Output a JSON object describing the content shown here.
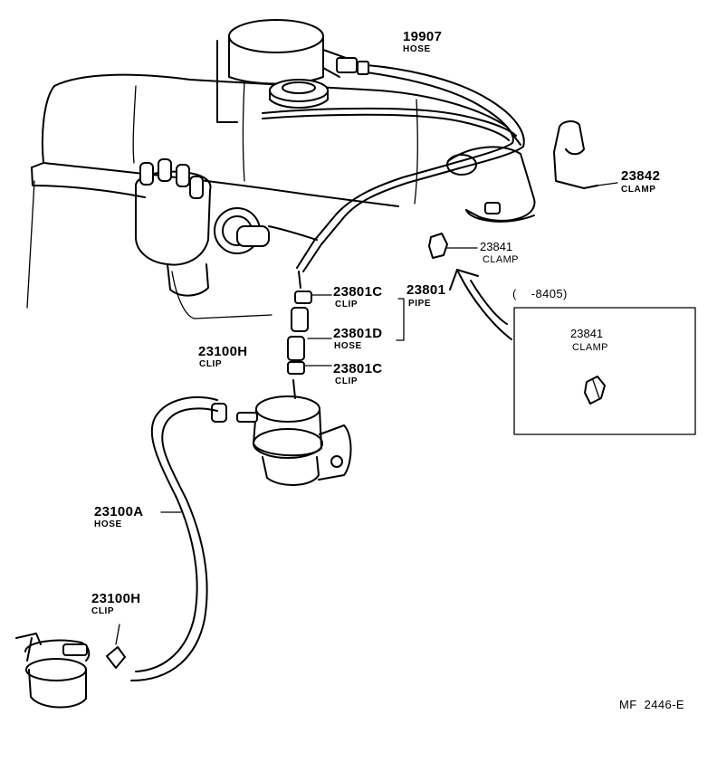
{
  "callouts": {
    "hose_19907": {
      "number": "19907",
      "name": "HOSE"
    },
    "clamp_23842": {
      "number": "23842",
      "name": "CLAMP"
    },
    "clamp_23841": {
      "number": "23841",
      "name": "CLAMP"
    },
    "clip_23801c_upper": {
      "number": "23801C",
      "name": "CLIP"
    },
    "pipe_23801": {
      "number": "23801",
      "name": "PIPE"
    },
    "hose_23801d": {
      "number": "23801D",
      "name": "HOSE"
    },
    "clip_23801c_lower": {
      "number": "23801C",
      "name": "CLIP"
    },
    "clip_23100h_upper": {
      "number": "23100H",
      "name": "CLIP"
    },
    "hose_23100a": {
      "number": "23100A",
      "name": "HOSE"
    },
    "clip_23100h_lower": {
      "number": "23100H",
      "name": "CLIP"
    }
  },
  "inset": {
    "range": "(    -8405)",
    "number": "23841",
    "name": "CLAMP"
  },
  "diagram_code": "MF  2446-E"
}
